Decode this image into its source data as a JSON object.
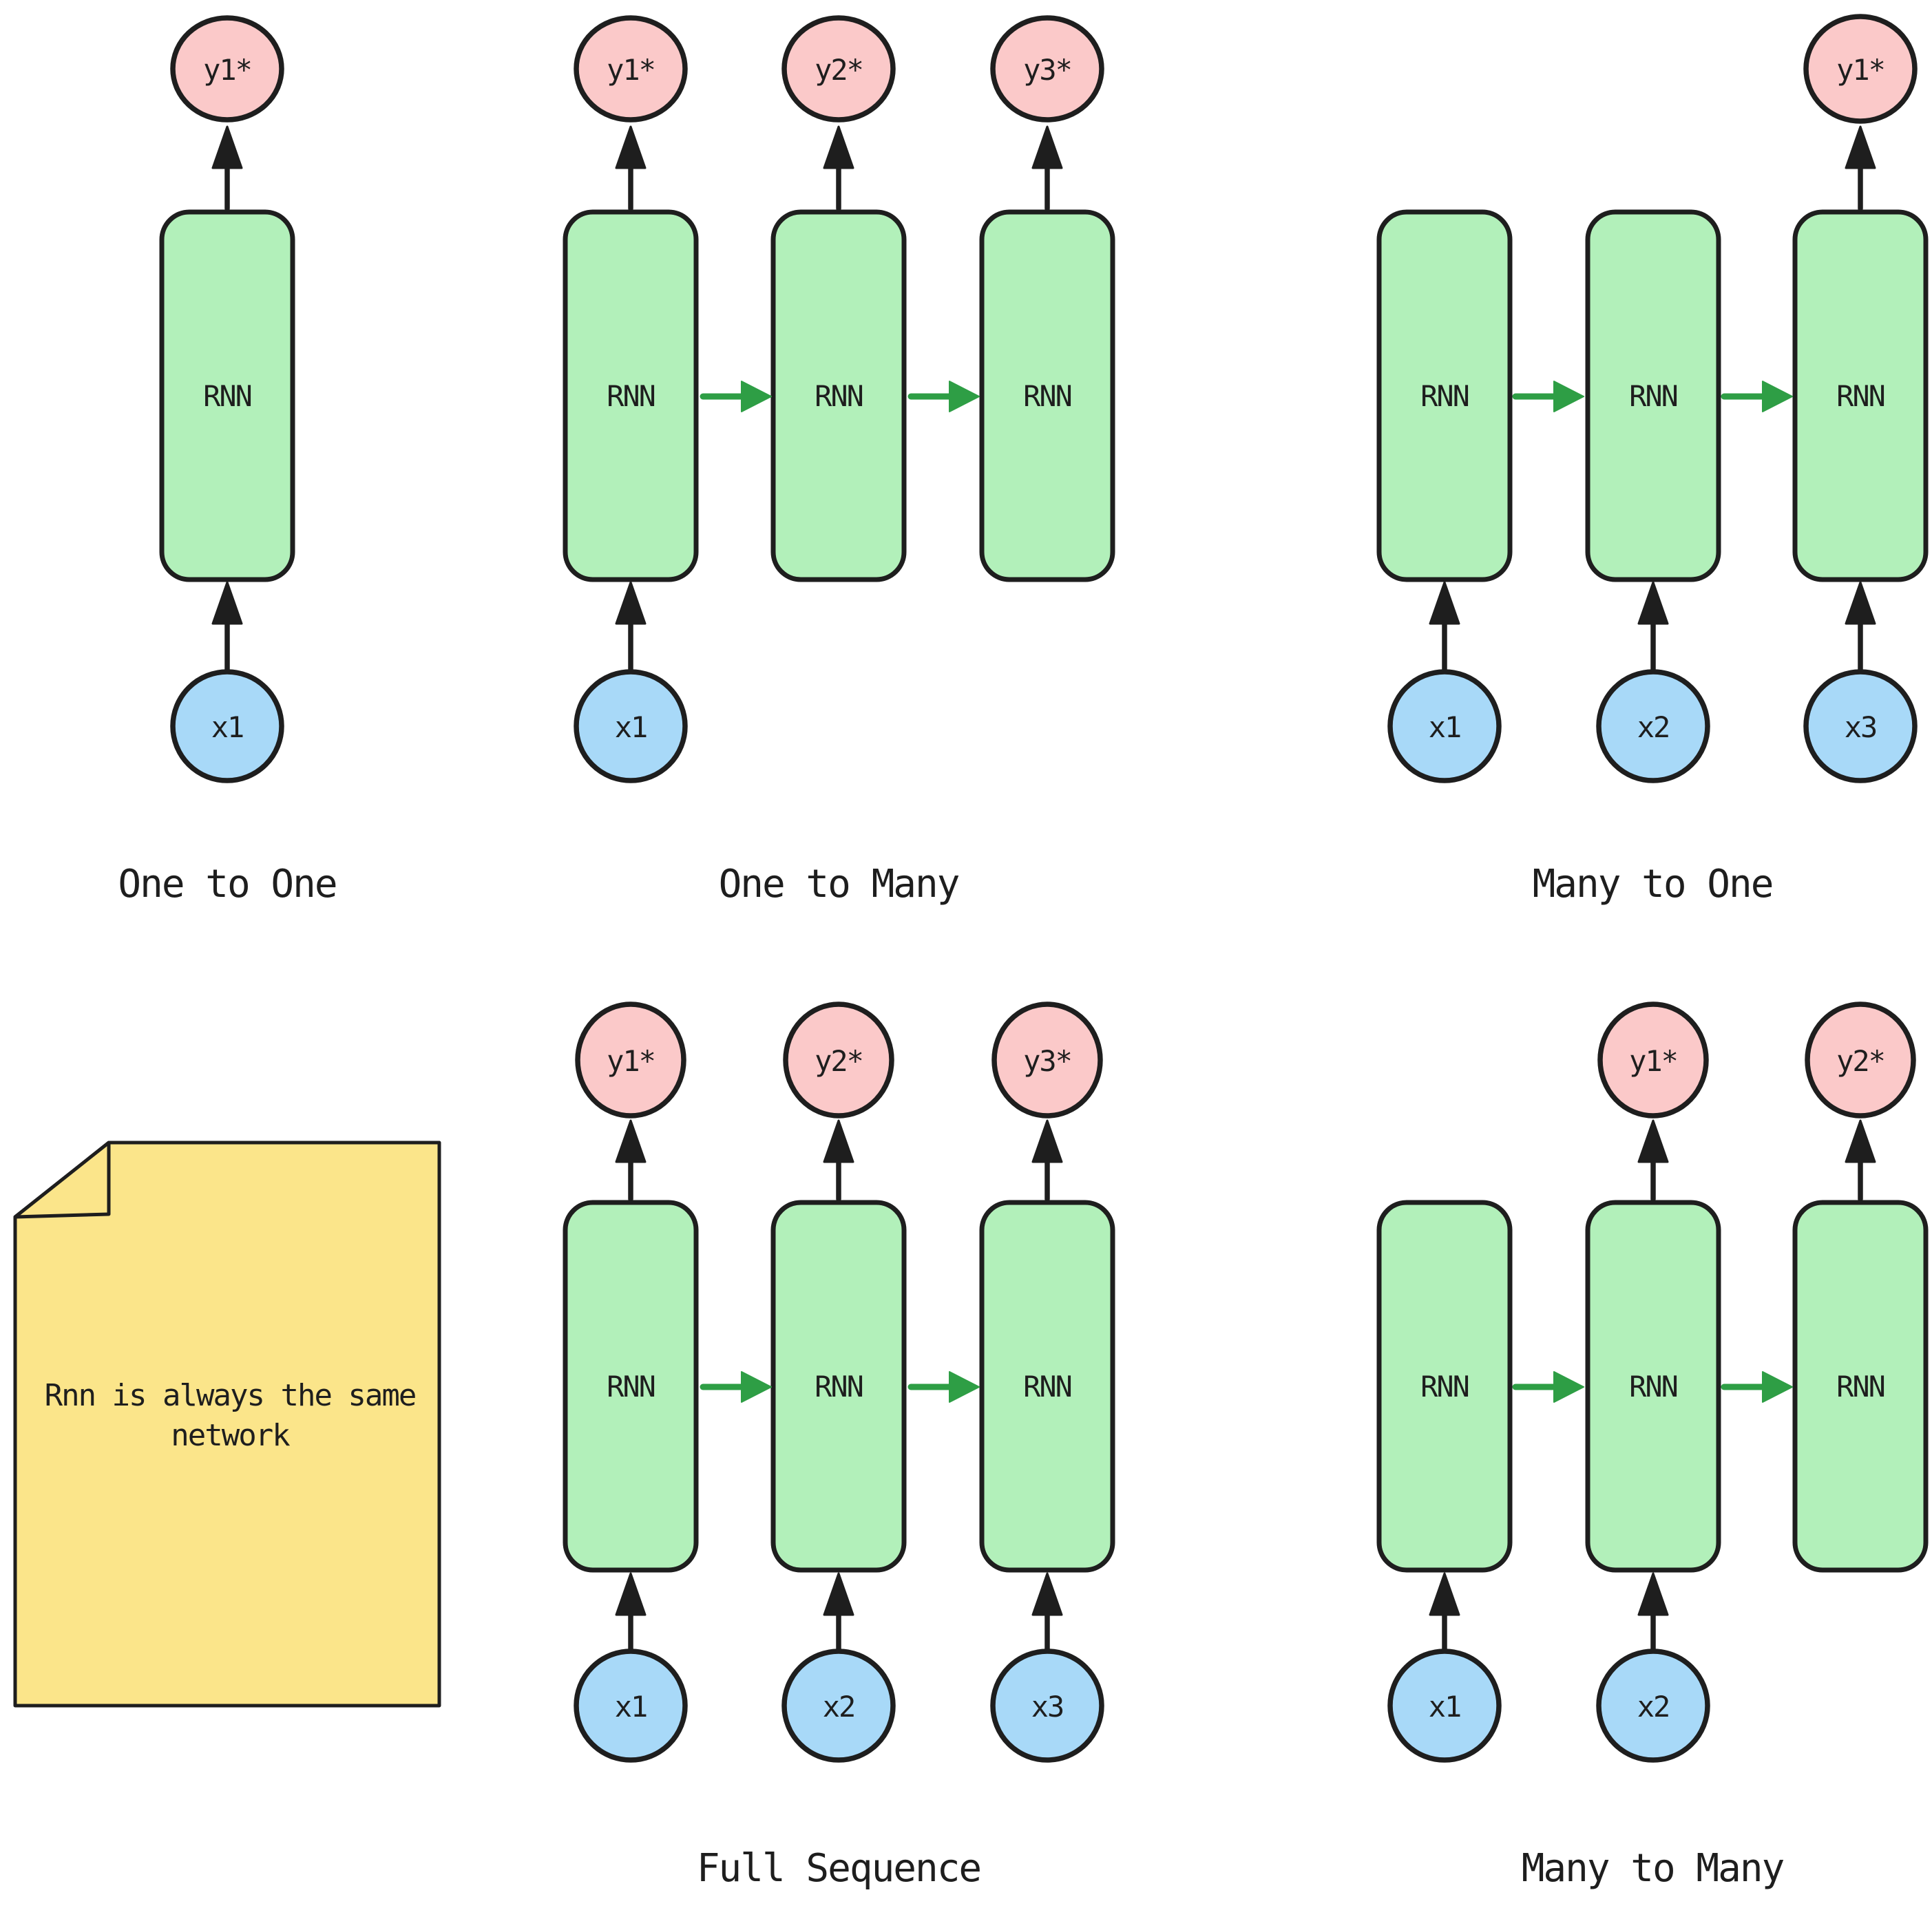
{
  "background": "#ffffff",
  "colors": {
    "background": "#ffffff",
    "stroke_color": "#1e1e1e",
    "green_fill": "#b2f0ba",
    "blue_fill": "#a8d9f8",
    "pink_fill": "#fbc9c9",
    "yellow_fill": "#fbe58a",
    "arrow_green": "#2e9e45"
  },
  "note": {
    "line1": "Rnn is always the same",
    "line2": "network"
  },
  "diagrams": {
    "one_to_one": {
      "label": "One to One",
      "rnn": "RNN",
      "input": "x1",
      "output": "y1*"
    },
    "one_to_many": {
      "label": "One to Many",
      "rnn": "RNN",
      "input": "x1",
      "outputs": [
        "y1*",
        "y2*",
        "y3*"
      ]
    },
    "many_to_one": {
      "label": "Many to One",
      "rnn": "RNN",
      "inputs": [
        "x1",
        "x2",
        "x3"
      ],
      "output": "y1*"
    },
    "full_sequence": {
      "label": "Full Sequence",
      "rnn": "RNN",
      "inputs": [
        "x1",
        "x2",
        "x3"
      ],
      "outputs": [
        "y1*",
        "y2*",
        "y3*"
      ]
    },
    "many_to_many": {
      "label": "Many to Many",
      "rnn": "RNN",
      "inputs": [
        "x1",
        "x2"
      ],
      "outputs": [
        "y1*",
        "y2*"
      ]
    }
  }
}
